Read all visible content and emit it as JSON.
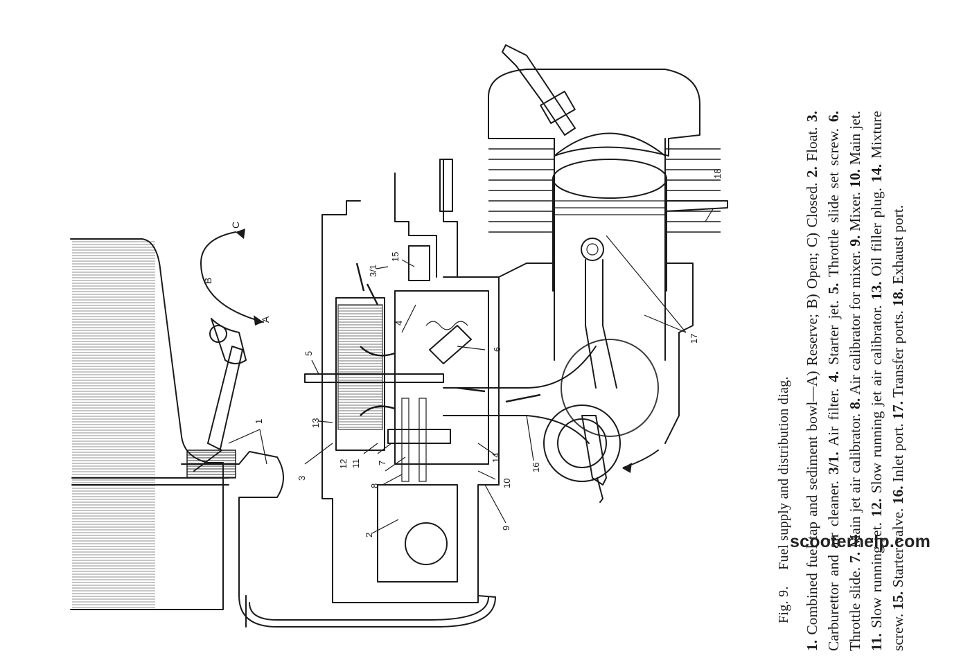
{
  "figure": {
    "number": "Fig. 9.",
    "title": "Fuel supply and distribution diag."
  },
  "legend": [
    {
      "key": "1.",
      "text": "Combined fuel tap and sediment bowl—A) Reserve; B) Open; C) Closed."
    },
    {
      "key": "2.",
      "text": "Float."
    },
    {
      "key": "3.",
      "text": "Carburettor and air cleaner."
    },
    {
      "key": "3/1.",
      "text": "Air filter."
    },
    {
      "key": "4.",
      "text": "Starter jet."
    },
    {
      "key": "5.",
      "text": "Throttle slide set screw."
    },
    {
      "key": "6.",
      "text": "Throttle slide."
    },
    {
      "key": "7.",
      "text": "Main jet air calibrator."
    },
    {
      "key": "8.",
      "text": "Air calibrator for mixer."
    },
    {
      "key": "9.",
      "text": "Mixer."
    },
    {
      "key": "10.",
      "text": "Main jet."
    },
    {
      "key": "11.",
      "text": "Slow running jet."
    },
    {
      "key": "12.",
      "text": "Slow running jet air calibrator."
    },
    {
      "key": "13.",
      "text": "Oil filler plug."
    },
    {
      "key": "14.",
      "text": "Mixture screw."
    },
    {
      "key": "15.",
      "text": "Starter valve."
    },
    {
      "key": "16.",
      "text": "Inlet port."
    },
    {
      "key": "17.",
      "text": "Transfer ports."
    },
    {
      "key": "18.",
      "text": "Exhaust port."
    }
  ],
  "tap_positions": {
    "a": "A",
    "b": "B",
    "c": "C"
  },
  "callouts": {
    "c1": "1",
    "c2": "2",
    "c3": "3",
    "c31": "3/1",
    "c4": "4",
    "c5": "5",
    "c6": "6",
    "c7": "7",
    "c8": "8",
    "c9": "9",
    "c10": "10",
    "c11": "11",
    "c12": "12",
    "c13": "13",
    "c14": "14",
    "c15": "15",
    "c16": "16",
    "c17": "17",
    "c18": "18"
  },
  "watermark": "scooterhelp.com"
}
